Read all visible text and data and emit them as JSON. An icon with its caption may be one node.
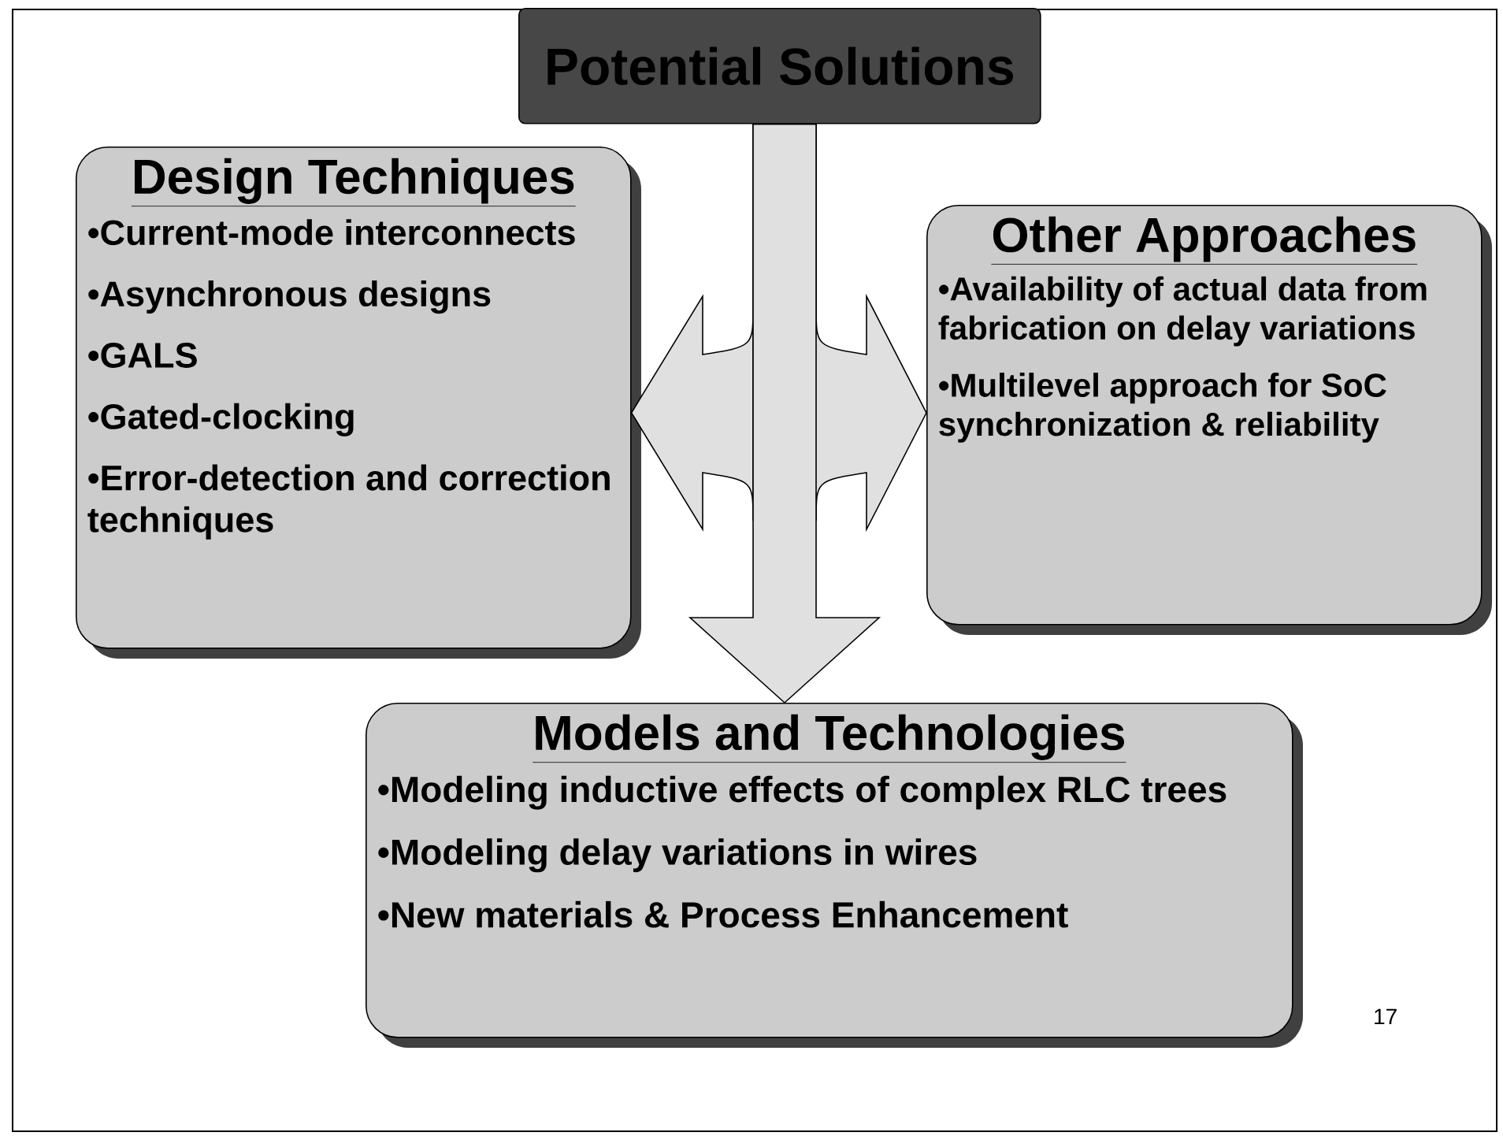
{
  "diagram": {
    "nodes": [
      {
        "text": [
          "Potential Solutions"
        ]
      },
      {
        "text": [
          "Design Techniques",
          "•Current-mode interconnects",
          "•Asynchronous designs",
          "•GALS",
          "•Gated-clocking",
          "•Error-detection and correction techniques"
        ]
      },
      {
        "text": [
          "Other Approaches",
          "•Availability of actual data from fabrication on delay variations",
          "•Multilevel approach for SoC synchronization & reliability"
        ]
      },
      {
        "text": [
          "Models and Technologies",
          "•Modeling inductive effects of complex RLC trees",
          "•Modeling delay variations in wires",
          "•New materials & Process Enhancement"
        ]
      }
    ],
    "edges": [
      {
        "from": 0,
        "to": 1,
        "arrow": "to"
      },
      {
        "from": 0,
        "to": 2,
        "arrow": "to"
      },
      {
        "from": 0,
        "to": 3,
        "arrow": "to"
      }
    ],
    "labels": [
      "17"
    ]
  }
}
